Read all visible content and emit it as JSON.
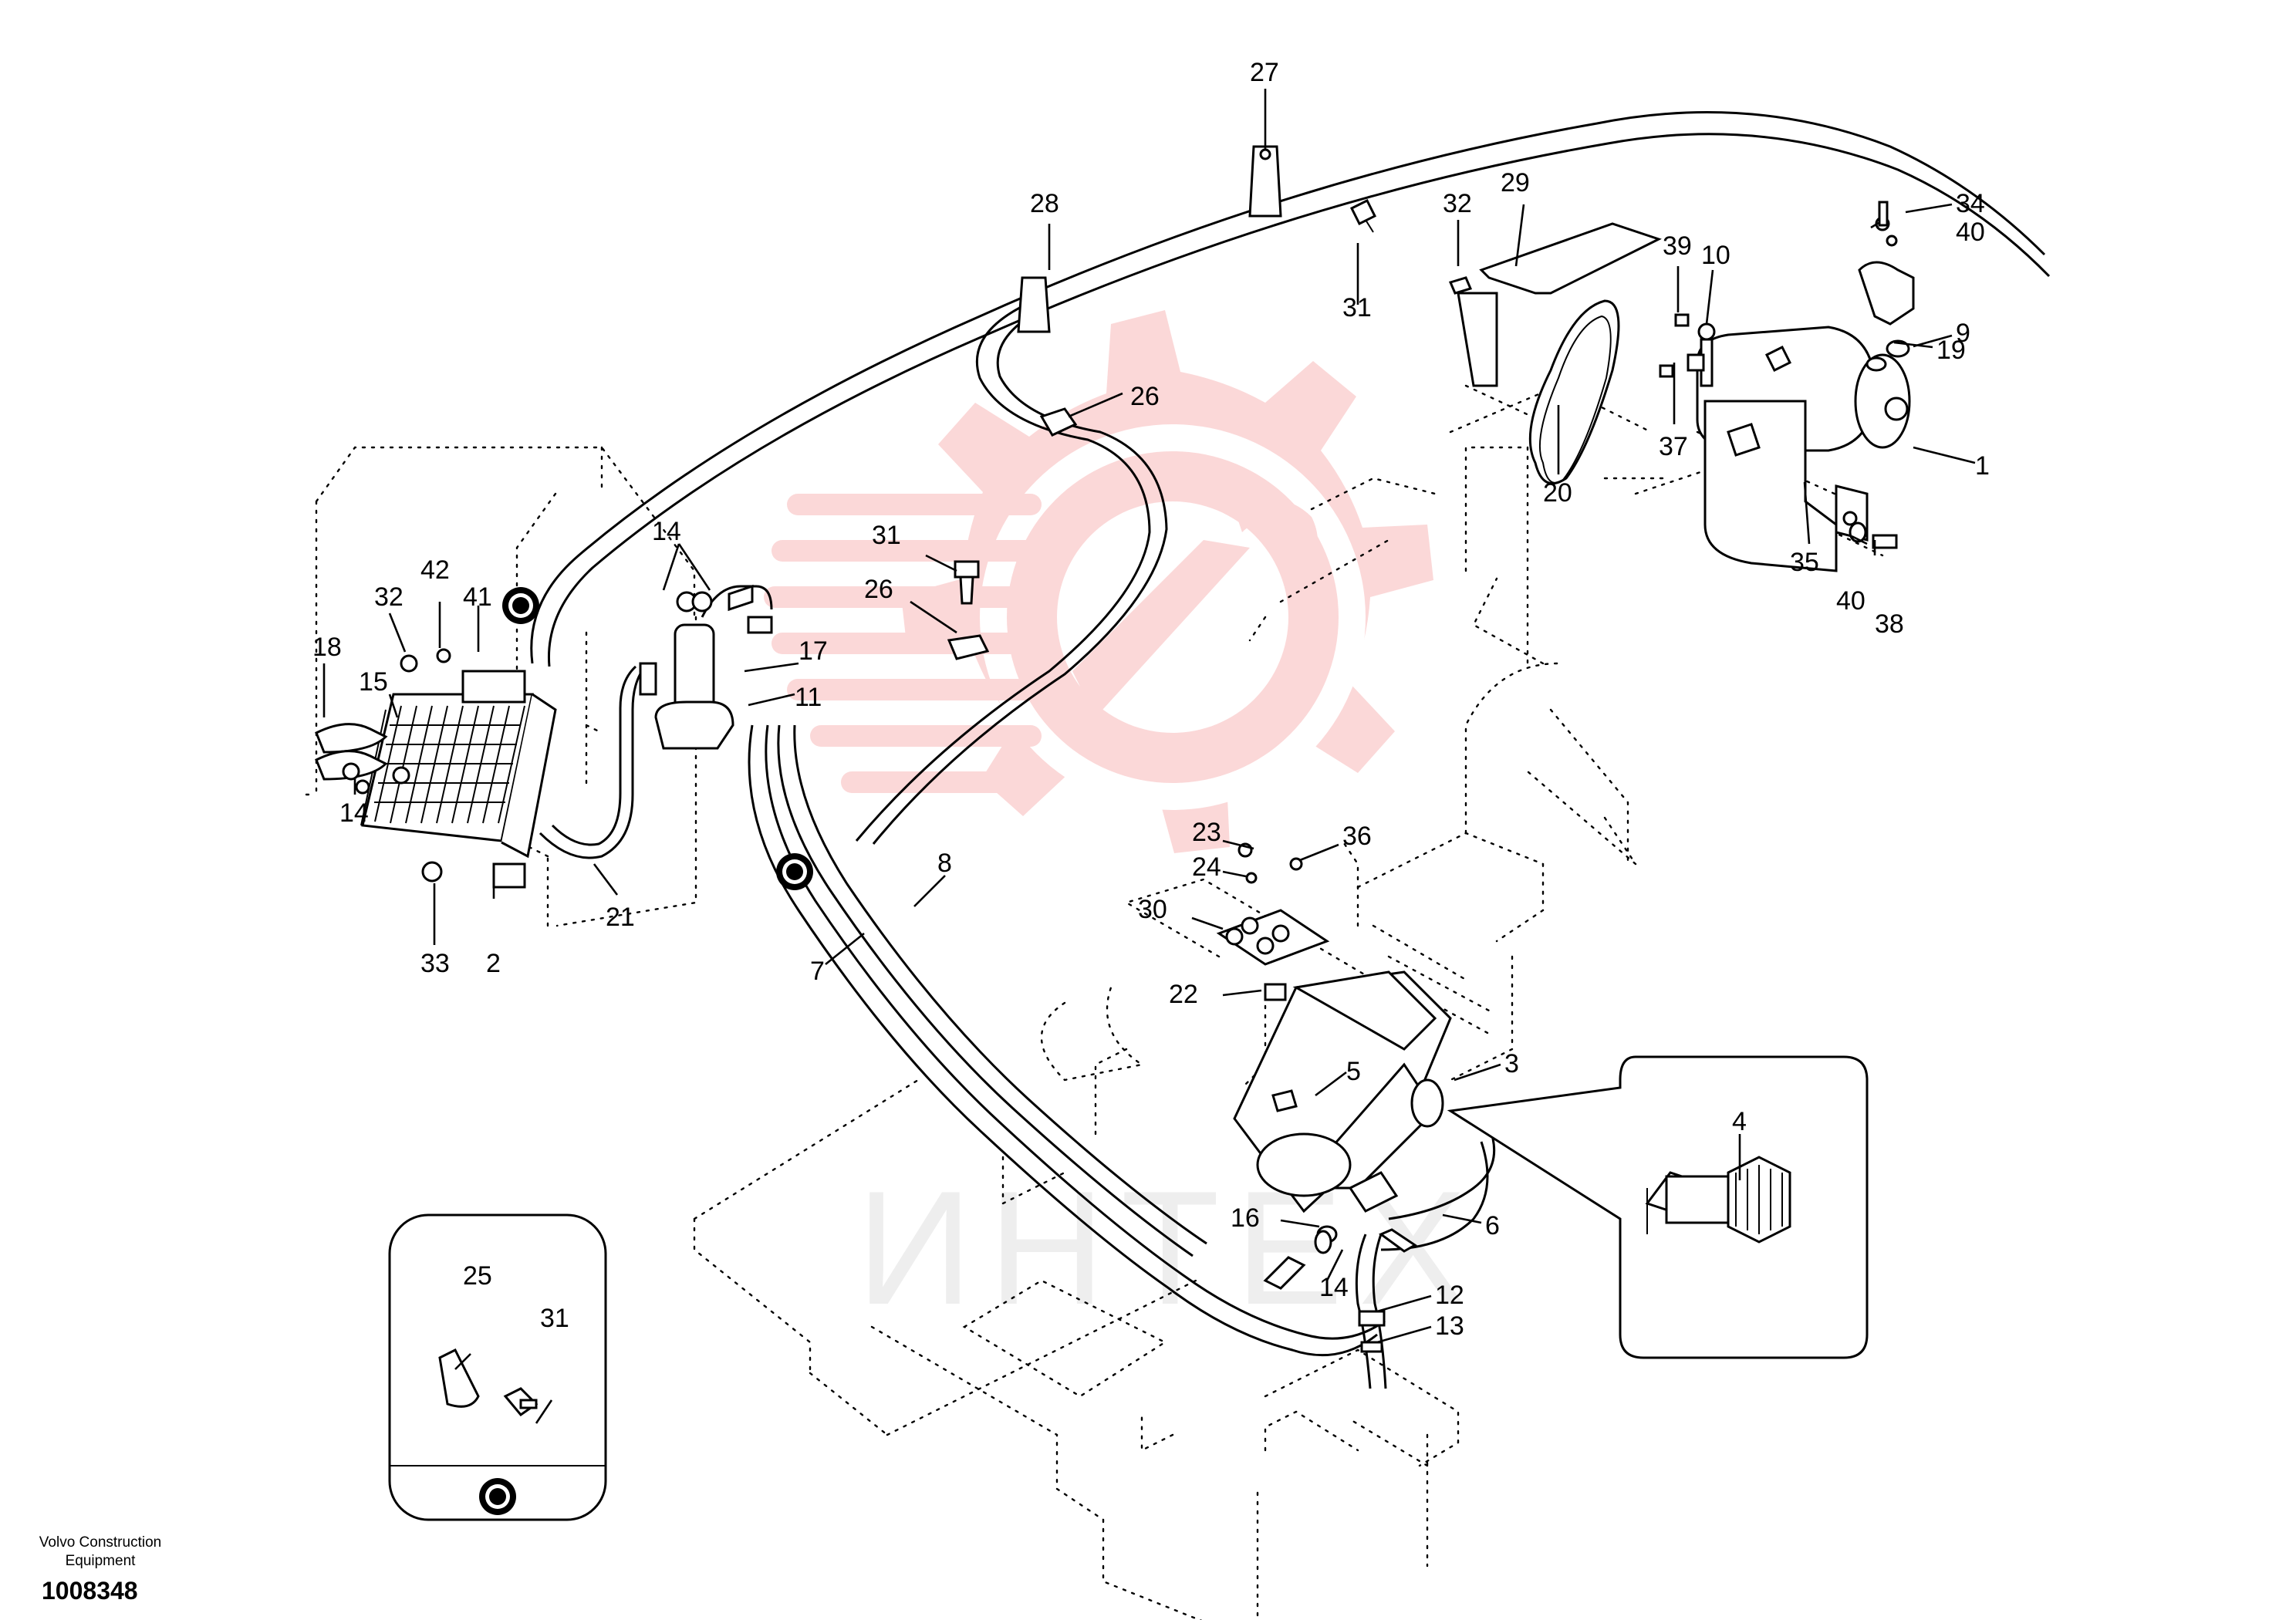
{
  "footer": {
    "company_line1": "Volvo Construction",
    "company_line2": "Equipment",
    "doc_number": "1008348"
  },
  "watermark": {
    "text": "ИНТЕХ",
    "color": "#f7c6c6"
  },
  "callouts": {
    "c1": "1",
    "c2": "2",
    "c3": "3",
    "c4": "4",
    "c5": "5",
    "c6": "6",
    "c7": "7",
    "c8": "8",
    "c9": "9",
    "c10": "10",
    "c11": "11",
    "c12": "12",
    "c13": "13",
    "c14a": "14",
    "c14b": "14",
    "c14c": "14",
    "c15": "15",
    "c16": "16",
    "c17": "17",
    "c18": "18",
    "c19": "19",
    "c20": "20",
    "c21": "21",
    "c22": "22",
    "c23": "23",
    "c24": "24",
    "c25": "25",
    "c26a": "26",
    "c26b": "26",
    "c27": "27",
    "c28": "28",
    "c29": "29",
    "c30": "30",
    "c31a": "31",
    "c31b": "31",
    "c31c": "31",
    "c32a": "32",
    "c32b": "32",
    "c33": "33",
    "c34": "34",
    "c35": "35",
    "c36": "36",
    "c37": "37",
    "c38": "38",
    "c39": "39",
    "c40a": "40",
    "c40b": "40",
    "c41": "41",
    "c42": "42"
  }
}
